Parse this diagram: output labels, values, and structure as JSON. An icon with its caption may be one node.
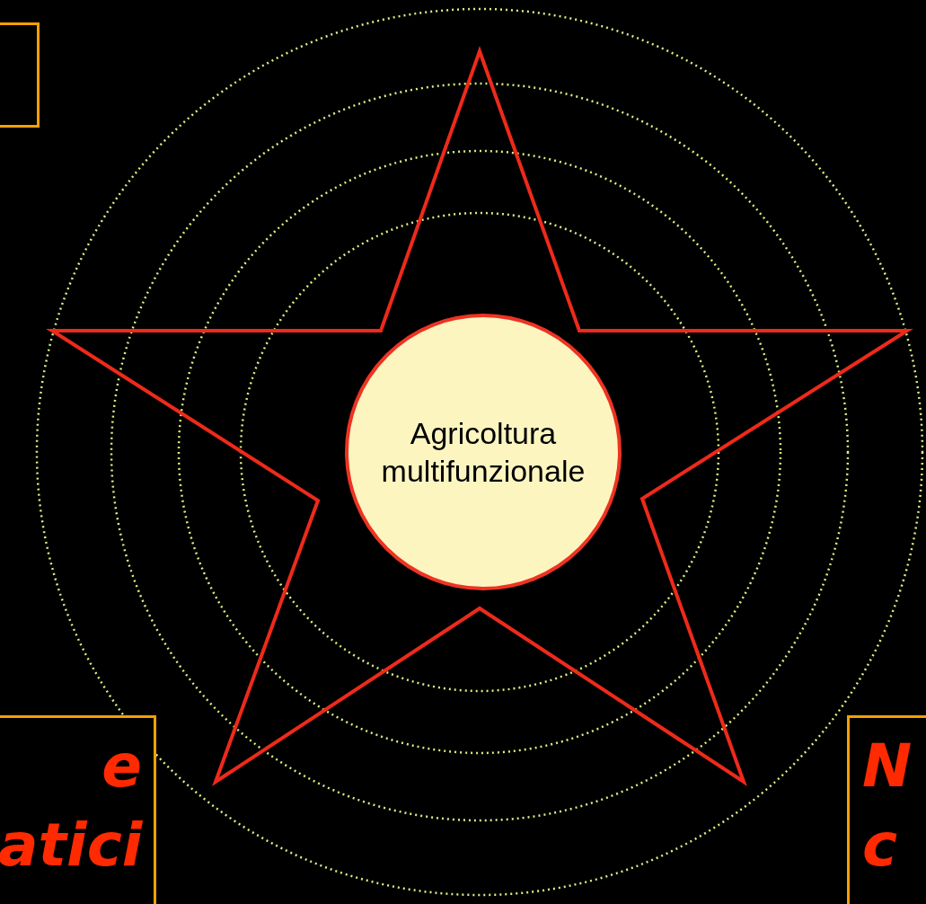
{
  "diagram": {
    "nodes": [
      {
        "text": [],
        "shape": "box"
      },
      {
        "text": [
          "Agricoltura multifunzionale"
        ]
      },
      {
        "text": [
          "e atici"
        ]
      },
      {
        "text": [
          "N c"
        ]
      }
    ]
  }
}
